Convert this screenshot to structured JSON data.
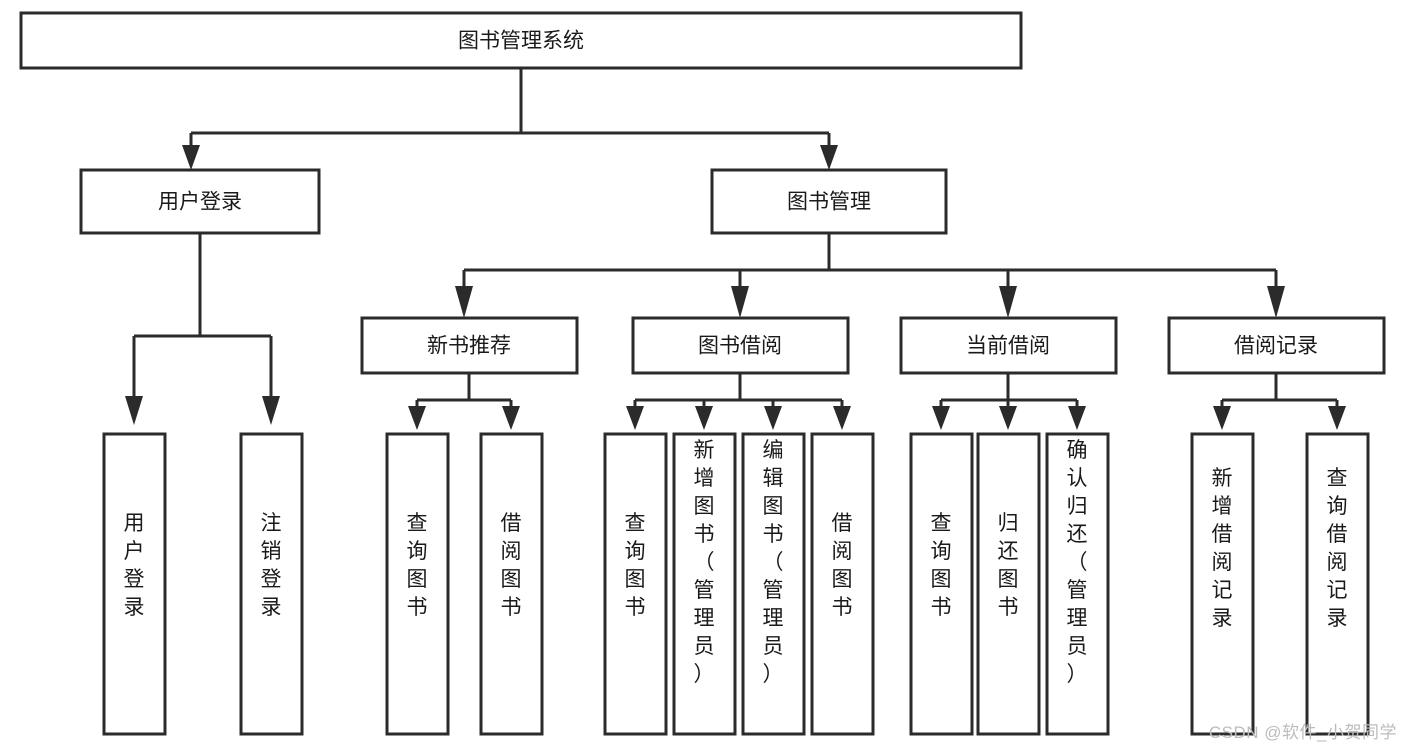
{
  "diagram": {
    "type": "hierarchy-tree",
    "title": "图书管理系统",
    "background_color": "#ffffff",
    "box_stroke_color": "#2b2b2b",
    "box_fill_color": "#ffffff",
    "text_color": "#1a1a1a",
    "levels": {
      "level0": [
        "图书管理系统"
      ],
      "level1": [
        "用户登录",
        "图书管理"
      ],
      "level2": [
        "新书推荐",
        "图书借阅",
        "当前借阅",
        "借阅记录"
      ],
      "level3_leaves": [
        "用户登录",
        "注销登录",
        "查询图书",
        "借阅图书",
        "查询图书",
        "新增图书（管理员）",
        "编辑图书（管理员）",
        "借阅图书",
        "查询图书",
        "归还图书",
        "确认归还（管理员）",
        "新增借阅记录",
        "查询借阅记录"
      ]
    },
    "root": {
      "id": "root",
      "label": "图书管理系统"
    },
    "branches": [
      {
        "id": "user-login",
        "label": "用户登录",
        "children": [
          {
            "id": "leaf-user-login",
            "label": "用户登录"
          },
          {
            "id": "leaf-logout",
            "label": "注销登录"
          }
        ]
      },
      {
        "id": "book-management",
        "label": "图书管理",
        "children": [
          {
            "id": "new-book-recommend",
            "label": "新书推荐",
            "children": [
              {
                "id": "leaf-query-book-1",
                "label": "查询图书"
              },
              {
                "id": "leaf-borrow-book-1",
                "label": "借阅图书"
              }
            ]
          },
          {
            "id": "book-borrow",
            "label": "图书借阅",
            "children": [
              {
                "id": "leaf-query-book-2",
                "label": "查询图书"
              },
              {
                "id": "leaf-add-book",
                "label": "新增图书（管理员）"
              },
              {
                "id": "leaf-edit-book",
                "label": "编辑图书（管理员）"
              },
              {
                "id": "leaf-borrow-book-2",
                "label": "借阅图书"
              }
            ]
          },
          {
            "id": "current-borrow",
            "label": "当前借阅",
            "children": [
              {
                "id": "leaf-query-book-3",
                "label": "查询图书"
              },
              {
                "id": "leaf-return-book",
                "label": "归还图书"
              },
              {
                "id": "leaf-confirm-return",
                "label": "确认归还（管理员）"
              }
            ]
          },
          {
            "id": "borrow-record",
            "label": "借阅记录",
            "children": [
              {
                "id": "leaf-add-record",
                "label": "新增借阅记录"
              },
              {
                "id": "leaf-query-record",
                "label": "查询借阅记录"
              }
            ]
          }
        ]
      }
    ]
  },
  "watermark": {
    "text": "CSDN @软件_小贺同学",
    "color": "#bcbcbc"
  }
}
